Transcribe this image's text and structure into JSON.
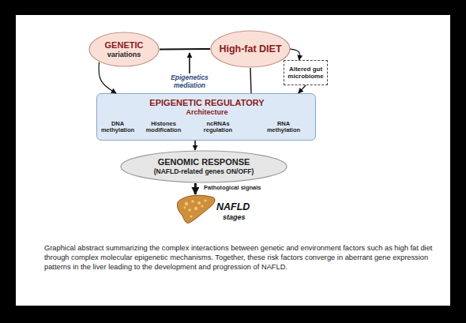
{
  "diagram": {
    "caption": "Graphical abstract summarizing the complex interactions between genetic and environment factors such as high fat diet through complex molecular epigenetic mechanisms. Together, these risk factors converge in aberrant gene expression patterns in the liver leading to the development and progression of NAFLD.",
    "nodes": [
      {
        "text": [
          "GENETIC",
          "variations"
        ]
      },
      {
        "text": [
          "High-fat DIET"
        ]
      },
      {
        "text": [
          "Altered gut microbiome"
        ]
      },
      {
        "text": [
          "EPIGENETIC REGULATORY",
          "Architecture",
          "DNA methylation",
          "Histones modification",
          "ncRNAs regulation",
          "RNA methylation"
        ]
      },
      {
        "text": [
          "GENOMIC RESPONSE",
          "(NAFLD-related genes ON/OFF)"
        ]
      },
      {
        "text": [
          "NAFLD",
          "stages"
        ]
      }
    ],
    "edges": [
      {
        "from": 0,
        "to": 1,
        "arrow": "none"
      },
      {
        "from": 0,
        "to": 3,
        "arrow": "to"
      },
      {
        "from": 1,
        "to": 2,
        "arrow": "to"
      },
      {
        "from": 2,
        "to": 3,
        "arrow": "to"
      },
      {
        "from": 1,
        "to": 3,
        "arrow": "none"
      },
      {
        "from": 3,
        "to": 4,
        "arrow": "to"
      },
      {
        "from": 4,
        "to": 5,
        "label": "Pathological signals",
        "arrow": "to"
      }
    ],
    "labels": [
      "Epigenetics mediation"
    ]
  }
}
